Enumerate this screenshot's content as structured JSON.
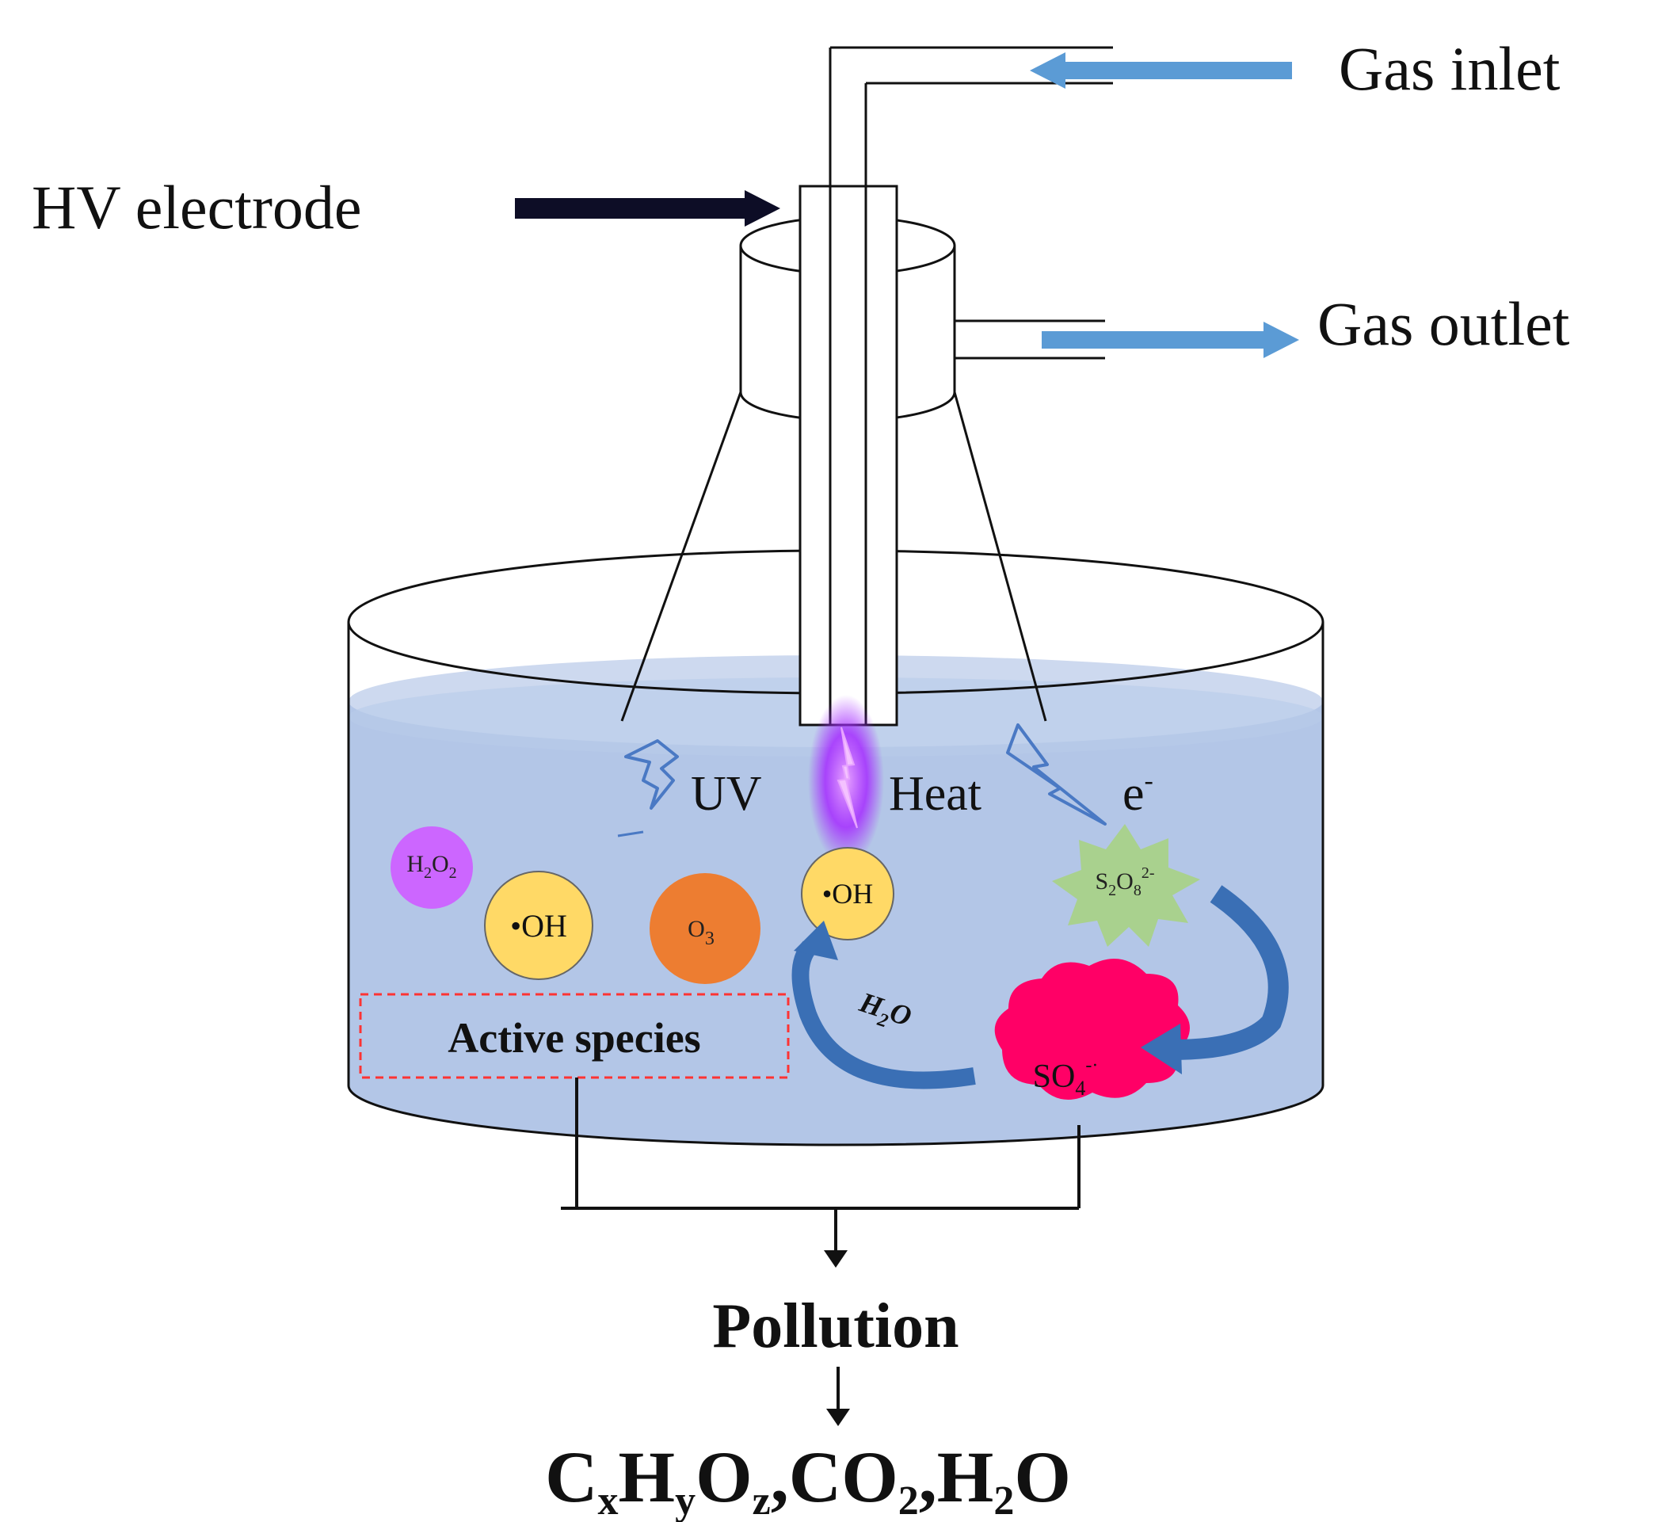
{
  "labels": {
    "gas_inlet": "Gas inlet",
    "gas_outlet": "Gas outlet",
    "hv_electrode": "HV electrode",
    "uv": "UV",
    "heat": "Heat",
    "electron": "e",
    "electron_sup": "-",
    "active_species": "Active species",
    "pollution": "Pollution"
  },
  "species": {
    "h2o2": {
      "base": "H",
      "sub1": "2",
      "mid": "O",
      "sub2": "2"
    },
    "oh_left": "•OH",
    "o3": {
      "base": "O",
      "sub": "3"
    },
    "oh_center": "•OH",
    "persulfate": {
      "a": "S",
      "sub1": "2",
      "b": "O",
      "sub2": "8",
      "sup": "2-"
    },
    "water_cycle": {
      "base": "H",
      "sub": "2",
      "end": "O"
    },
    "sulfate_radical": {
      "base": "SO",
      "sub": "4",
      "sup": "-·"
    }
  },
  "products": {
    "c": "C",
    "x": "x",
    "h": "H",
    "y": "y",
    "o": "O",
    "z": "z",
    "co2": "CO",
    "co2_sub": "2",
    "h2o": "H",
    "h2o_sub": "2",
    "h2o_end": "O",
    "sep1": ",",
    "sep2": ","
  },
  "colors": {
    "liquid": "#b3c6e7",
    "liquid_surface": "#cdd9ef",
    "arrow_light_blue": "#5b9bd5",
    "arrow_dark": "#0d0d26",
    "cycle_arrow": "#3a6fb5",
    "plasma": "#9b30ff",
    "h2o2": "#cc66ff",
    "oh": "#ffd966",
    "o3": "#ed7d31",
    "persulfate": "#a9d18e",
    "sulfate_radical": "#ff0066",
    "dashed_box": "#ff3333"
  }
}
